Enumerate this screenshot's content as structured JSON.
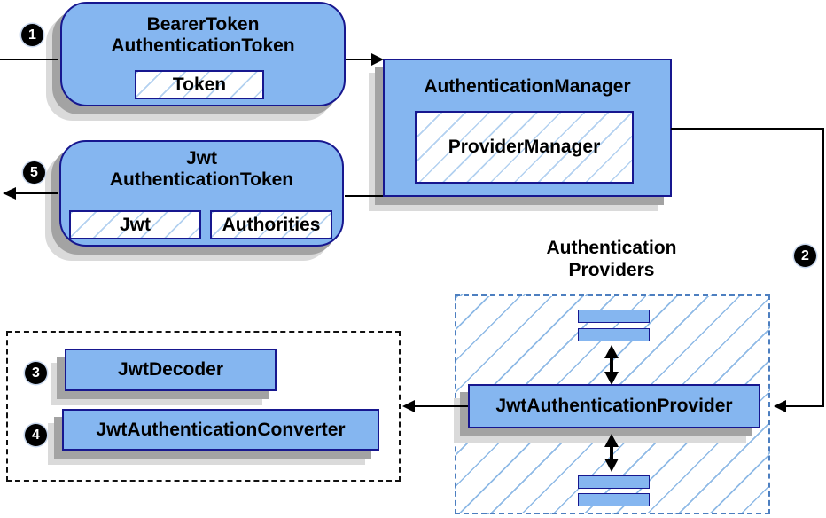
{
  "badges": [
    "1",
    "2",
    "3",
    "4",
    "5"
  ],
  "nodes": {
    "bearer_token": {
      "title": "BearerToken\nAuthenticationToken",
      "field": "Token"
    },
    "authentication_manager": {
      "title": "AuthenticationManager",
      "inner": "ProviderManager"
    },
    "jwt_authentication_token": {
      "title": "Jwt\nAuthenticationToken",
      "field_jwt": "Jwt",
      "field_authorities": "Authorities"
    },
    "authentication_providers": {
      "label": "Authentication\nProviders"
    },
    "jwt_authentication_provider": {
      "label": "JwtAuthenticationProvider"
    },
    "jwt_decoder": {
      "label": "JwtDecoder"
    },
    "jwt_authentication_converter": {
      "label": "JwtAuthenticationConverter"
    }
  },
  "colors": {
    "node_fill": "#85b6f0",
    "node_border": "#17178f",
    "hatch_line_group": "#8fbae6",
    "hatch_line_field": "#b3d1f0",
    "shadow_dark": "#a3a3a3",
    "shadow_light": "#dadada",
    "group_dashed_blue": "#4d7fc0",
    "group_dashed_black": "#111111",
    "connector": "#000000",
    "badge_fill": "#000000",
    "badge_text": "#ffffff"
  }
}
